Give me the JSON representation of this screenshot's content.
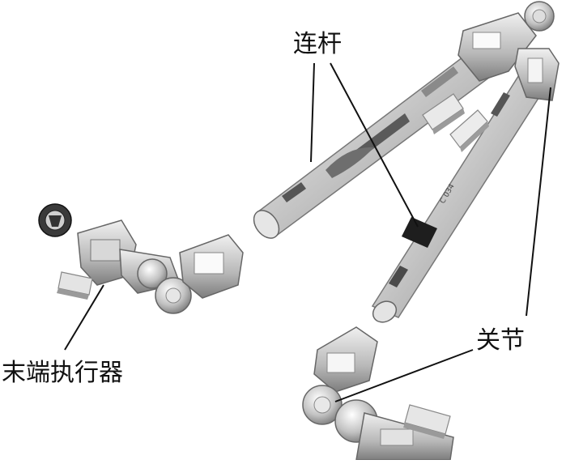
{
  "labels": {
    "link": "连杆",
    "joint": "关节",
    "end_effector": "末端执行器"
  }
}
